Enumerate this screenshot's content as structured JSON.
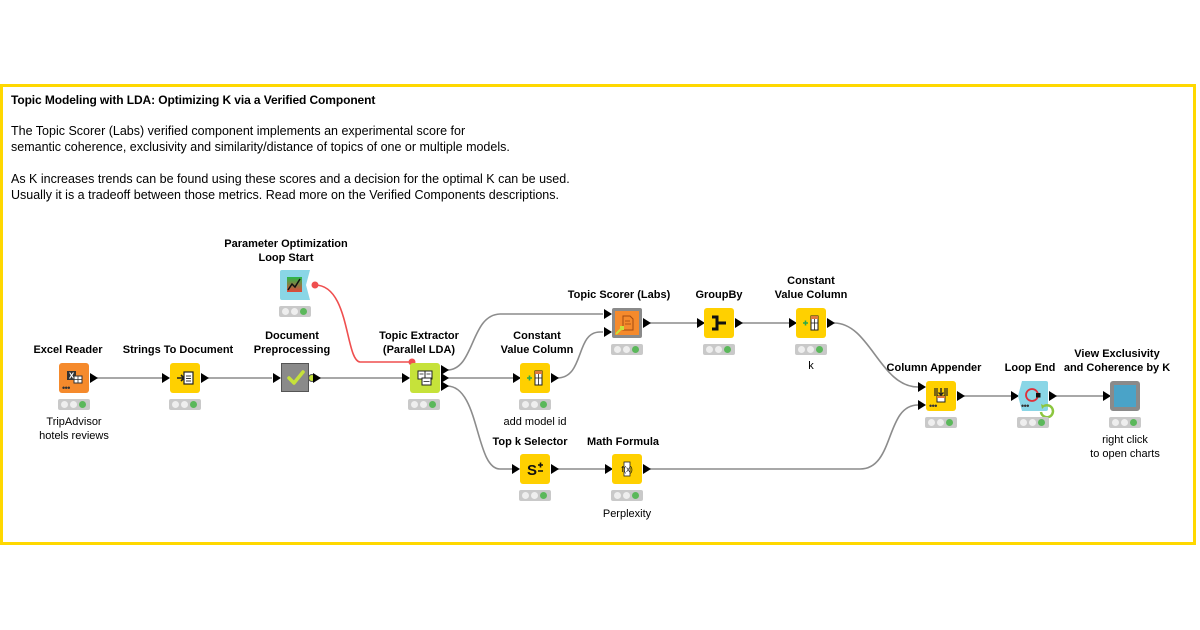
{
  "annotation": {
    "title": "Topic Modeling with LDA: Optimizing K via a Verified Component",
    "paragraph1_line1": "The Topic Scorer (Labs) verified component implements an experimental score for",
    "paragraph1_line2": "semantic coherence, exclusivity and  similarity/distance of topics of one or multiple models.",
    "paragraph2_line1": "As K increases trends can be found using these scores and a decision for the optimal K can be used.",
    "paragraph2_line2": "Usually it is a tradeoff between those metrics. Read more on the Verified Components descriptions.",
    "border_color": "#ffd800"
  },
  "nodes": {
    "excel_reader": {
      "label": "Excel Reader",
      "comment_line1": "TripAdvisor",
      "comment_line2": "hotels reviews",
      "icon": "excel-table-icon",
      "color": "#f58a2c",
      "status": "executed"
    },
    "strings_to_document": {
      "label": "Strings To Document",
      "icon": "document-arrow-icon",
      "color": "#ffd000",
      "status": "executed"
    },
    "document_preprocessing": {
      "label_line1": "Document",
      "label_line2": "Preprocessing",
      "icon": "checkmark-icon",
      "color": "#8a8a8a"
    },
    "param_opt_loop_start": {
      "label_line1": "Parameter Optimization",
      "label_line2": "Loop Start",
      "icon": "line-chart-icon",
      "color": "#8ad6e6",
      "status": "executed"
    },
    "topic_extractor": {
      "label_line1": "Topic Extractor",
      "label_line2": "(Parallel LDA)",
      "icon": "topic-docs-icon",
      "color": "#c6e23a",
      "status": "executed"
    },
    "constant_value_column_1": {
      "label_line1": "Constant",
      "label_line2": "Value Column",
      "comment": "add model id",
      "icon": "add-column-icon",
      "color": "#ffd000",
      "status": "executed"
    },
    "topic_scorer": {
      "label": "Topic Scorer (Labs)",
      "icon": "document-icon",
      "color": "#f58a2c",
      "status": "executed"
    },
    "groupby": {
      "label": "GroupBy",
      "icon": "groupby-icon",
      "color": "#ffd000",
      "status": "executed"
    },
    "constant_value_column_2": {
      "label_line1": "Constant",
      "label_line2": "Value Column",
      "comment": "k",
      "icon": "add-column-icon",
      "color": "#ffd000",
      "status": "executed"
    },
    "column_appender": {
      "label": "Column Appender",
      "icon": "column-append-icon",
      "color": "#ffd000",
      "status": "executed"
    },
    "loop_end": {
      "label": "Loop End",
      "icon": "loop-end-icon",
      "color": "#8ad6e6",
      "status": "executed"
    },
    "view_component": {
      "label_line1": "View Exclusivity",
      "label_line2": "and Coherence by K",
      "comment_line1": "right click",
      "comment_line2": "to open charts",
      "icon": "view-icon",
      "color": "#4aa3c8",
      "status": "executed"
    },
    "top_k_selector": {
      "label": "Top k Selector",
      "icon": "sort-icon",
      "color": "#ffd000",
      "status": "executed"
    },
    "math_formula": {
      "label": "Math Formula",
      "comment": "Perplexity",
      "icon": "function-icon",
      "color": "#ffd000",
      "status": "executed"
    }
  }
}
